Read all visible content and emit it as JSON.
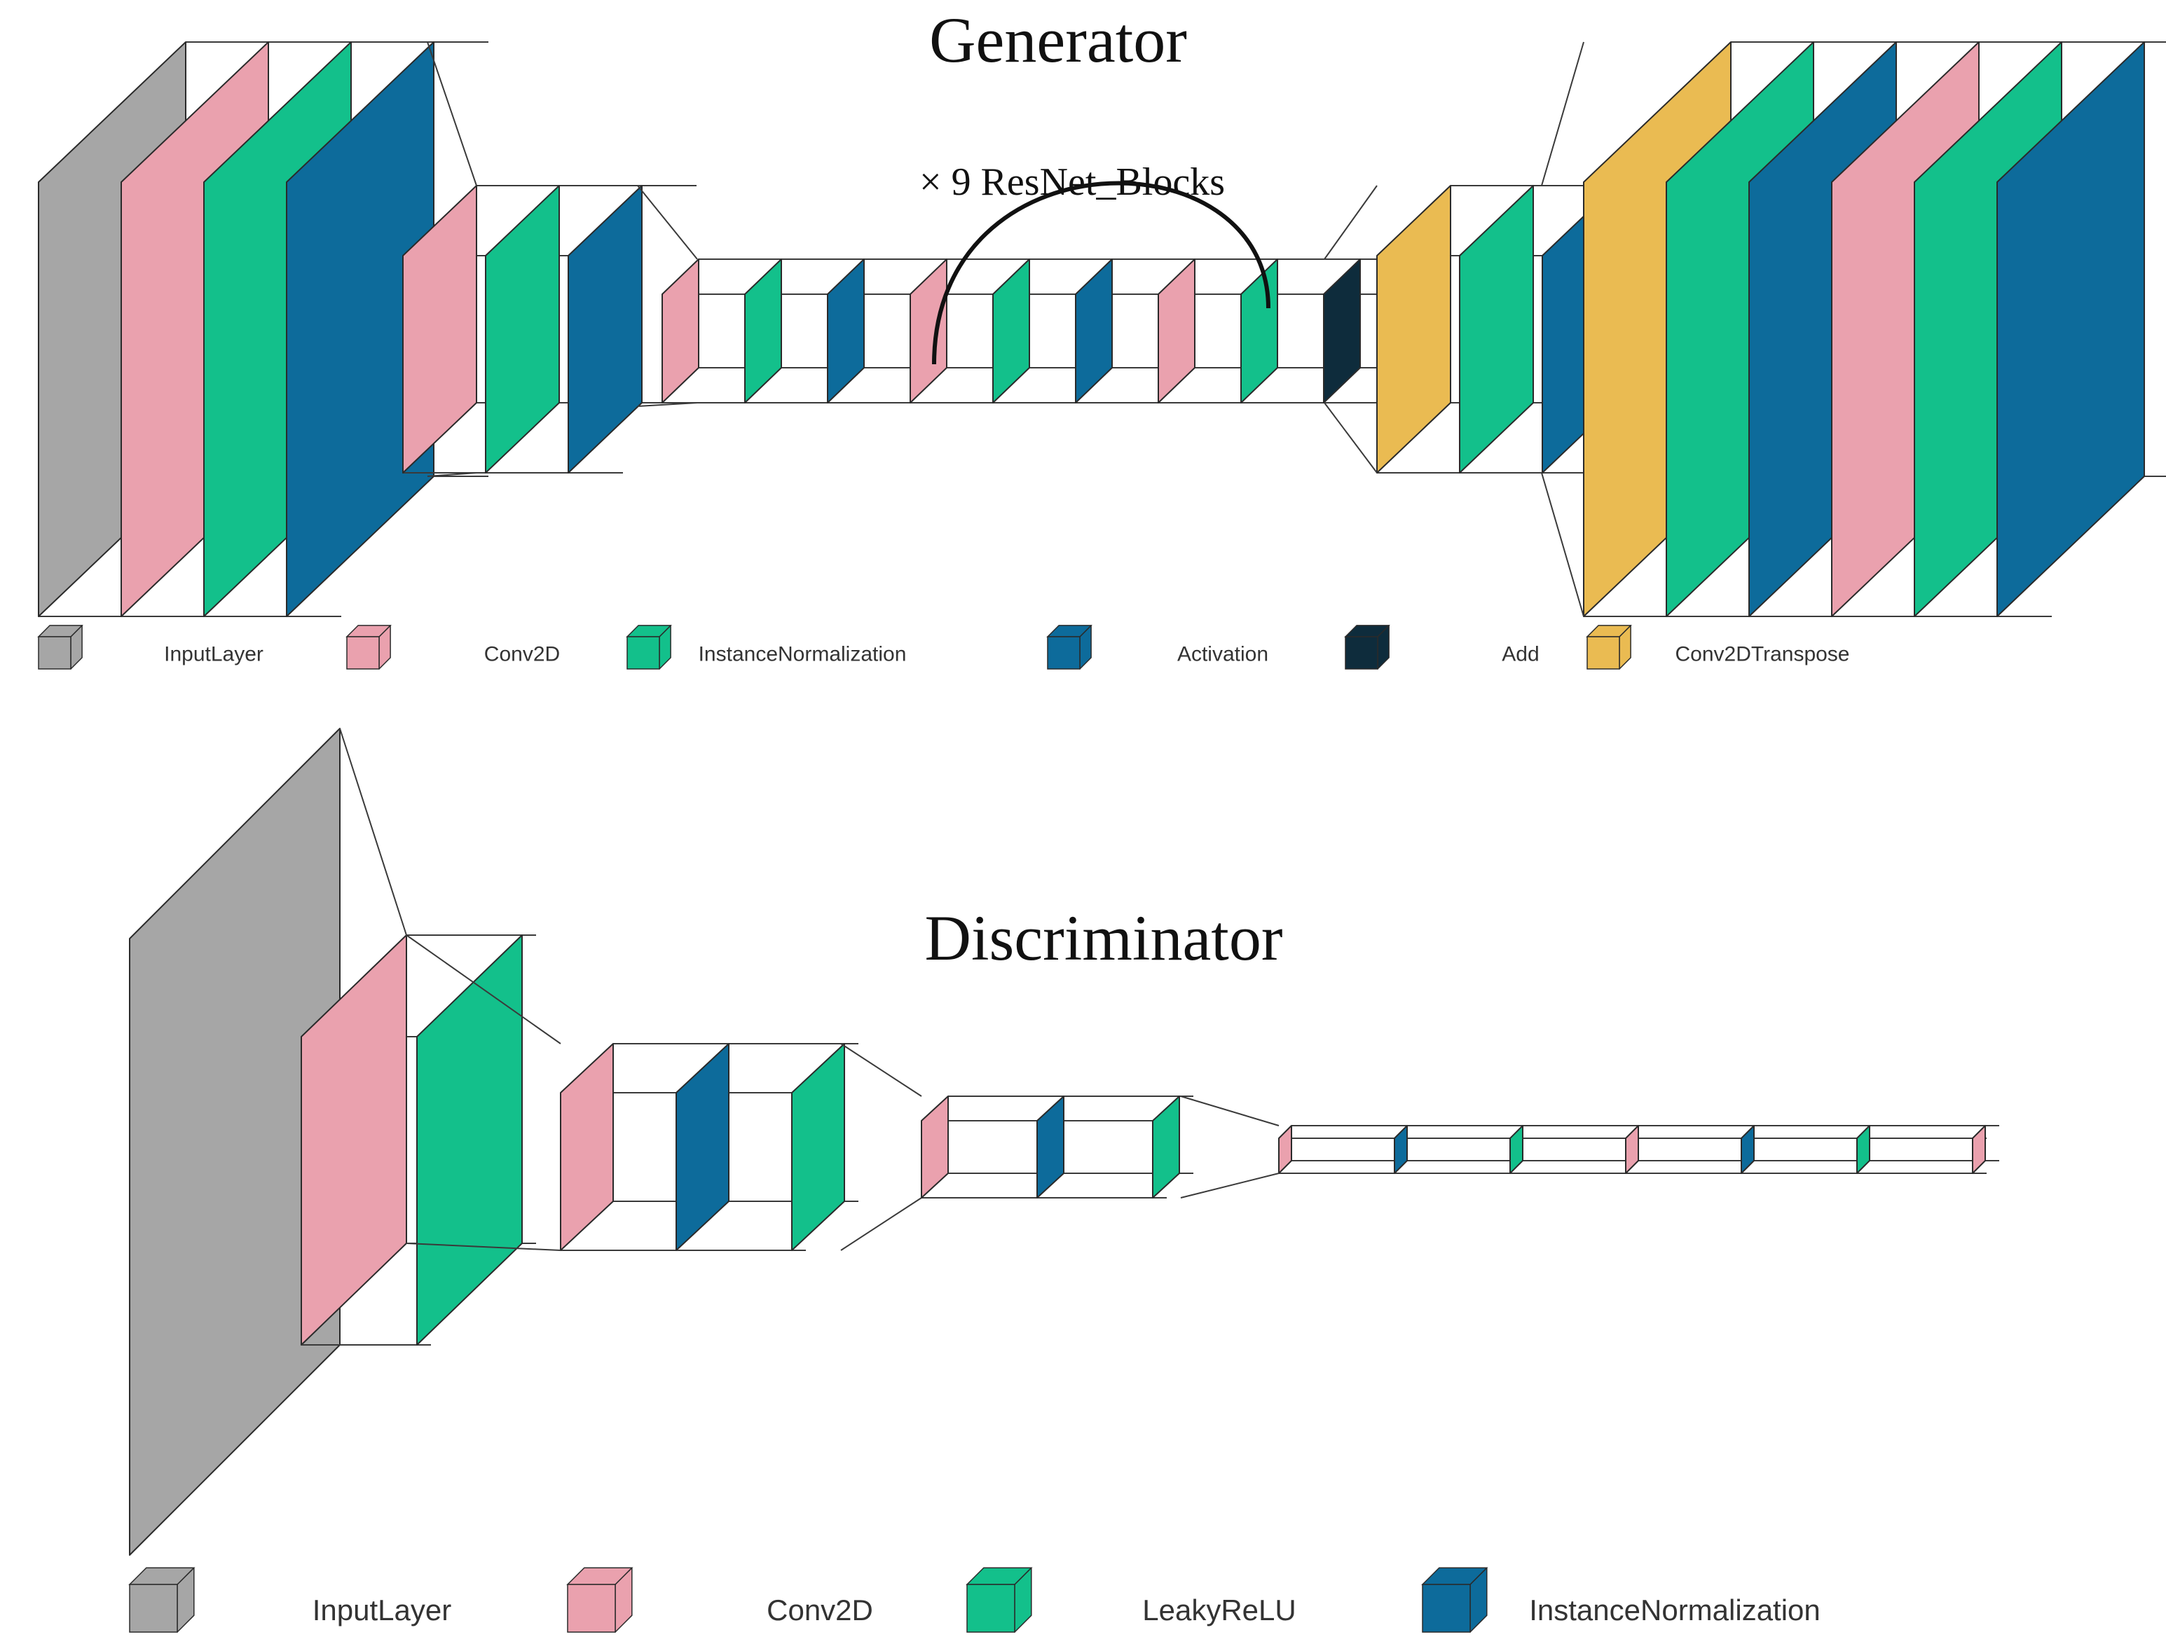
{
  "generator": {
    "title": "Generator",
    "resblock_annotation": "× 9 ResNet_Blocks",
    "layer_sequence": [
      "InputLayer",
      "Conv2D",
      "InstanceNormalization",
      "Activation",
      "Conv2D",
      "InstanceNormalization",
      "Activation",
      "Conv2D",
      "InstanceNormalization",
      "Activation",
      "Conv2D",
      "InstanceNormalization",
      "Activation",
      "Conv2D",
      "InstanceNormalization",
      "Add",
      "Conv2DTranspose",
      "InstanceNormalization",
      "Activation",
      "Conv2DTranspose",
      "InstanceNormalization",
      "Activation",
      "Conv2D",
      "InstanceNormalization",
      "Activation"
    ],
    "legend": [
      {
        "label": "InputLayer",
        "color": "#a6a6a6"
      },
      {
        "label": "Conv2D",
        "color": "#eaa1ae"
      },
      {
        "label": "InstanceNormalization",
        "color": "#13c08b"
      },
      {
        "label": "Activation",
        "color": "#0d6b9b"
      },
      {
        "label": "Add",
        "color": "#0e2c3c"
      },
      {
        "label": "Conv2DTranspose",
        "color": "#eabb52"
      }
    ]
  },
  "discriminator": {
    "title": "Discriminator",
    "layer_sequence": [
      "InputLayer",
      "Conv2D",
      "LeakyReLU",
      "Conv2D",
      "InstanceNormalization",
      "LeakyReLU",
      "Conv2D",
      "InstanceNormalization",
      "LeakyReLU",
      "Conv2D",
      "InstanceNormalization",
      "LeakyReLU",
      "Conv2D",
      "InstanceNormalization",
      "LeakyReLU",
      "Conv2D"
    ],
    "legend": [
      {
        "label": "InputLayer",
        "color": "#a6a6a6"
      },
      {
        "label": "Conv2D",
        "color": "#eaa1ae"
      },
      {
        "label": "LeakyReLU",
        "color": "#13c08b"
      },
      {
        "label": "InstanceNormalization",
        "color": "#0d6b9b"
      }
    ]
  }
}
